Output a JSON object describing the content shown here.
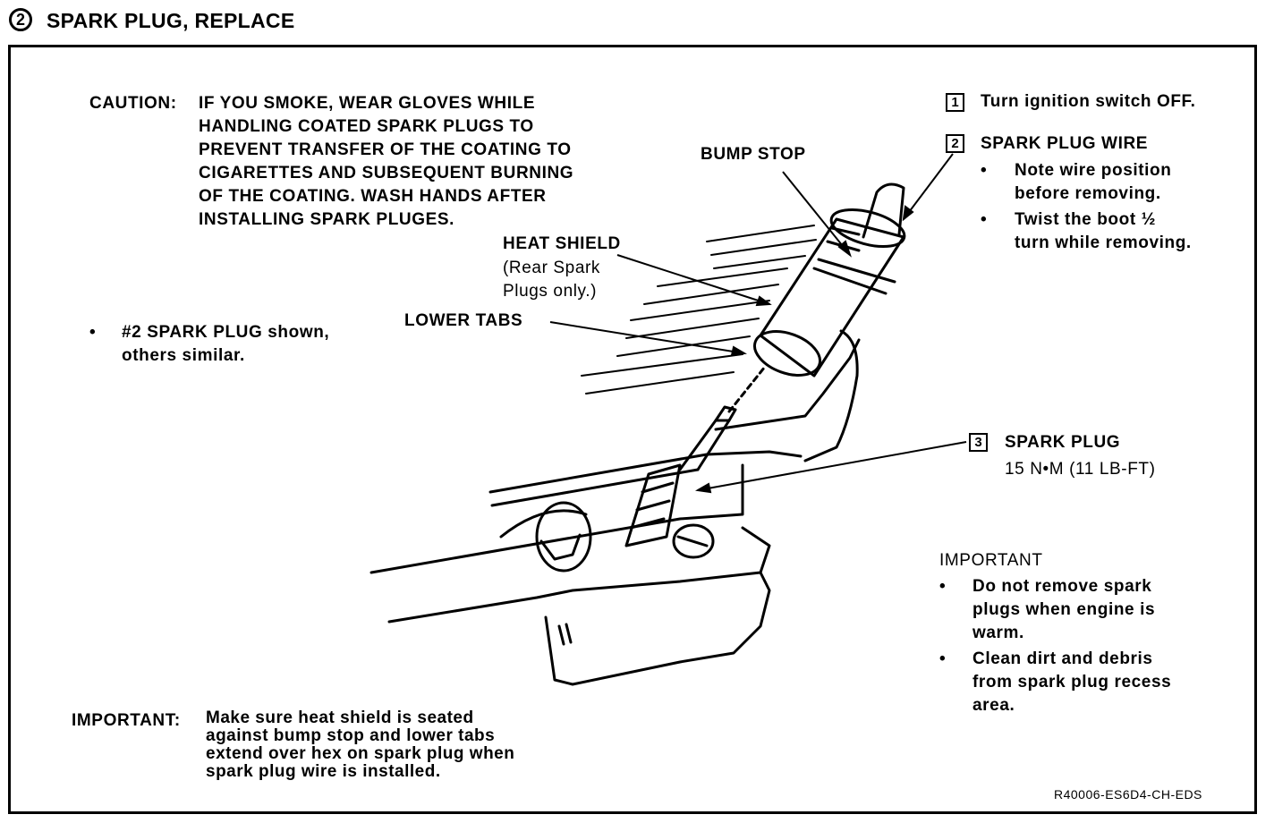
{
  "header": {
    "step_number": "2",
    "title": "SPARK PLUG, REPLACE"
  },
  "caution": {
    "label": "CAUTION:",
    "lines": [
      "IF YOU SMOKE, WEAR GLOVES WHILE",
      "HANDLING COATED SPARK PLUGS TO",
      "PREVENT TRANSFER OF THE COATING TO",
      "CIGARETTES AND SUBSEQUENT BURNING",
      "OF THE COATING.  WASH HANDS AFTER",
      "INSTALLING SPARK PLUGES."
    ]
  },
  "steps": [
    {
      "number": "1",
      "text": "Turn ignition switch OFF."
    },
    {
      "number": "2",
      "text": "SPARK PLUG WIRE"
    },
    {
      "number": "3",
      "text": "SPARK PLUG",
      "spec": "15 N•M (11 LB-FT)"
    }
  ],
  "wire_notes": [
    {
      "bullet": "•",
      "lines": [
        "Note wire position",
        "before removing."
      ]
    },
    {
      "bullet": "•",
      "lines": [
        "Twist the boot ½",
        "turn while removing."
      ]
    }
  ],
  "labels": {
    "bump_stop": "BUMP STOP",
    "heat_shield": "HEAT SHIELD",
    "heat_shield_note": [
      "(Rear Spark",
      "Plugs only.)"
    ],
    "lower_tabs": "LOWER TABS"
  },
  "shown_note": {
    "bullet": "•",
    "lines": [
      "#2 SPARK PLUG shown,",
      "others similar."
    ]
  },
  "important_right": {
    "heading": "IMPORTANT",
    "items": [
      {
        "bullet": "•",
        "lines": [
          "Do not remove spark",
          "plugs when engine is",
          "warm."
        ]
      },
      {
        "bullet": "•",
        "lines": [
          "Clean dirt and debris",
          "from spark plug recess",
          "area."
        ]
      }
    ]
  },
  "important_bottom": {
    "label": "IMPORTANT:",
    "lines": [
      "Make sure heat shield is seated",
      "against bump stop and lower tabs",
      "extend over hex on spark plug when",
      "spark plug wire is installed."
    ]
  },
  "figure_code": "R40006-ES6D4-CH-EDS"
}
